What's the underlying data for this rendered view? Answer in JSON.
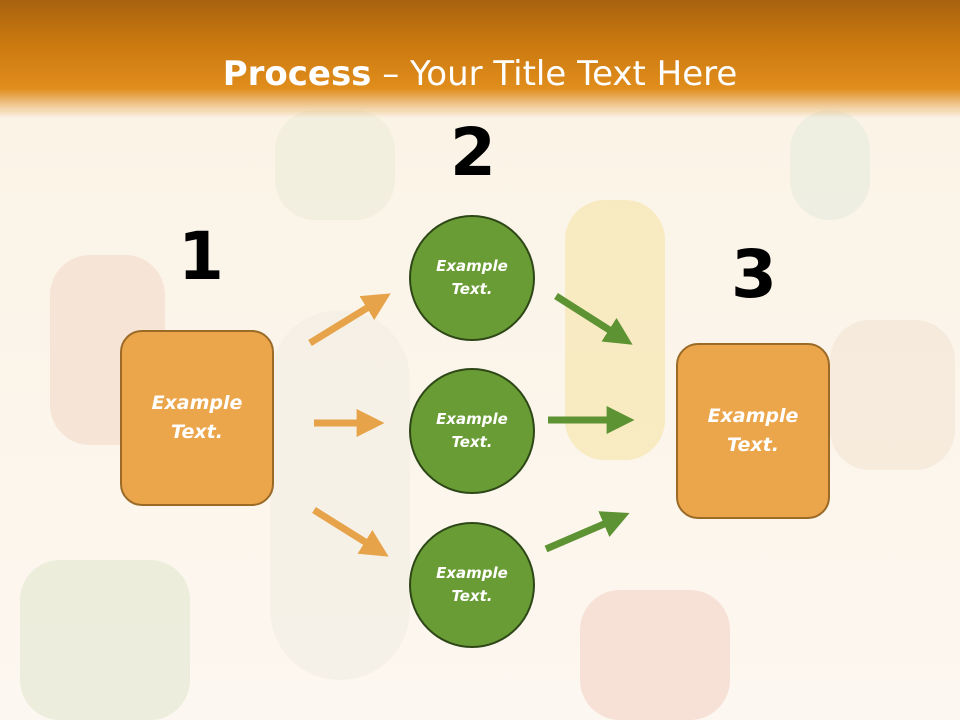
{
  "header": {
    "title_strong": "Process",
    "title_rest": " – Your Title Text Here"
  },
  "steps": [
    {
      "number": "1",
      "text": "Example Text."
    },
    {
      "number": "2",
      "text": ""
    },
    {
      "number": "3",
      "text": "Example Text."
    }
  ],
  "circles": [
    {
      "text": "Example Text."
    },
    {
      "text": "Example Text."
    },
    {
      "text": "Example Text."
    }
  ],
  "colors": {
    "header": "#d9841a",
    "box_fill": "#eba64c",
    "circle_fill": "#6a9c35",
    "orange_arrow": "#e7a34a",
    "green_arrow": "#5e9333"
  }
}
